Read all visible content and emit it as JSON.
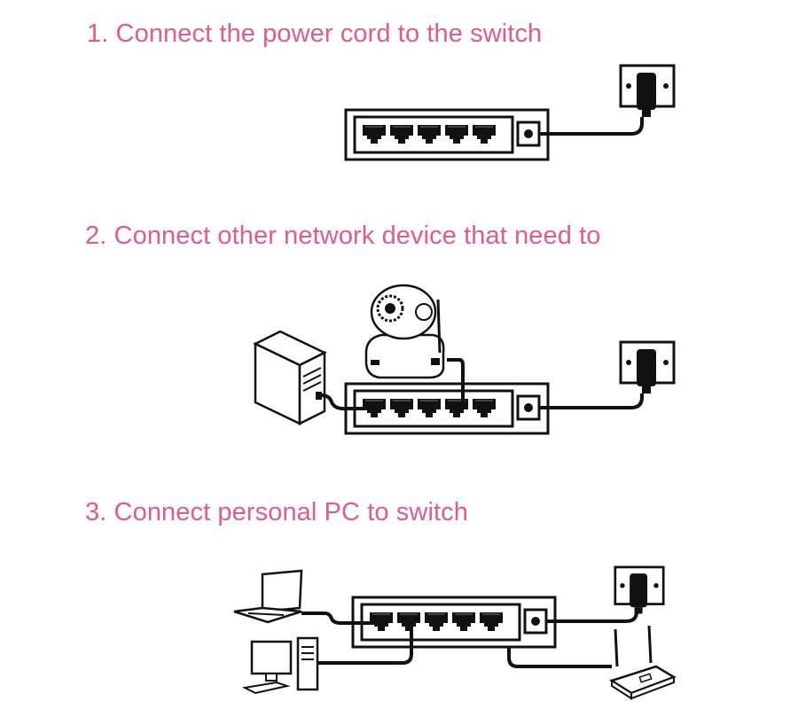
{
  "colors": {
    "title": "#e05a93",
    "line": "#111111",
    "background": "#ffffff"
  },
  "steps": [
    {
      "number": 1,
      "title": "1. Connect the power cord to the switch",
      "devices": [
        "switch",
        "power-outlet-with-adapter"
      ]
    },
    {
      "number": 2,
      "title": "2. Connect other network device that need to",
      "devices": [
        "pc-tower",
        "ip-camera",
        "switch",
        "power-outlet-with-adapter"
      ]
    },
    {
      "number": 3,
      "title": "3. Connect personal PC to switch",
      "devices": [
        "laptop",
        "desktop-pc",
        "switch",
        "power-outlet-with-adapter",
        "wireless-router"
      ]
    }
  ],
  "switch": {
    "port_count": 5,
    "has_power_jack": true
  }
}
